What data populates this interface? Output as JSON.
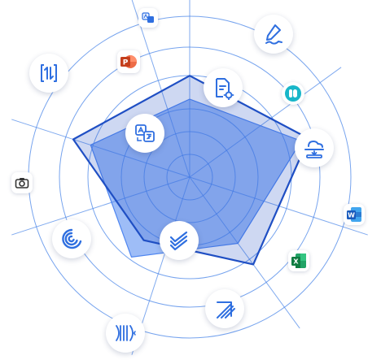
{
  "diagram": {
    "type": "radar",
    "colors": {
      "grid": "#4a86e8",
      "series_a_fill": "#4f86f0",
      "series_b_stroke": "#1f4fc4",
      "icon_blue": "#2f6fe0"
    },
    "series": [
      {
        "values": [
          0.6,
          0.9,
          0.63,
          0.76,
          0.8
        ]
      },
      {
        "values": [
          0.78,
          0.96,
          0.83,
          0.6,
          0.94
        ]
      }
    ],
    "icons": [
      "sign-pen-icon",
      "pdf-settings-icon",
      "cloud-transfer-icon",
      "translate-icon",
      "swap-pages-icon",
      "spiral-icon",
      "stacked-checks-icon",
      "compress-icon",
      "export-arrows-icon"
    ],
    "apps": [
      "powerpoint-icon",
      "translate-small-icon",
      "rounded-app-icon",
      "word-icon",
      "excel-icon",
      "camera-icon"
    ],
    "app_letters": {
      "powerpoint": "P",
      "word": "W",
      "excel": "X"
    }
  }
}
